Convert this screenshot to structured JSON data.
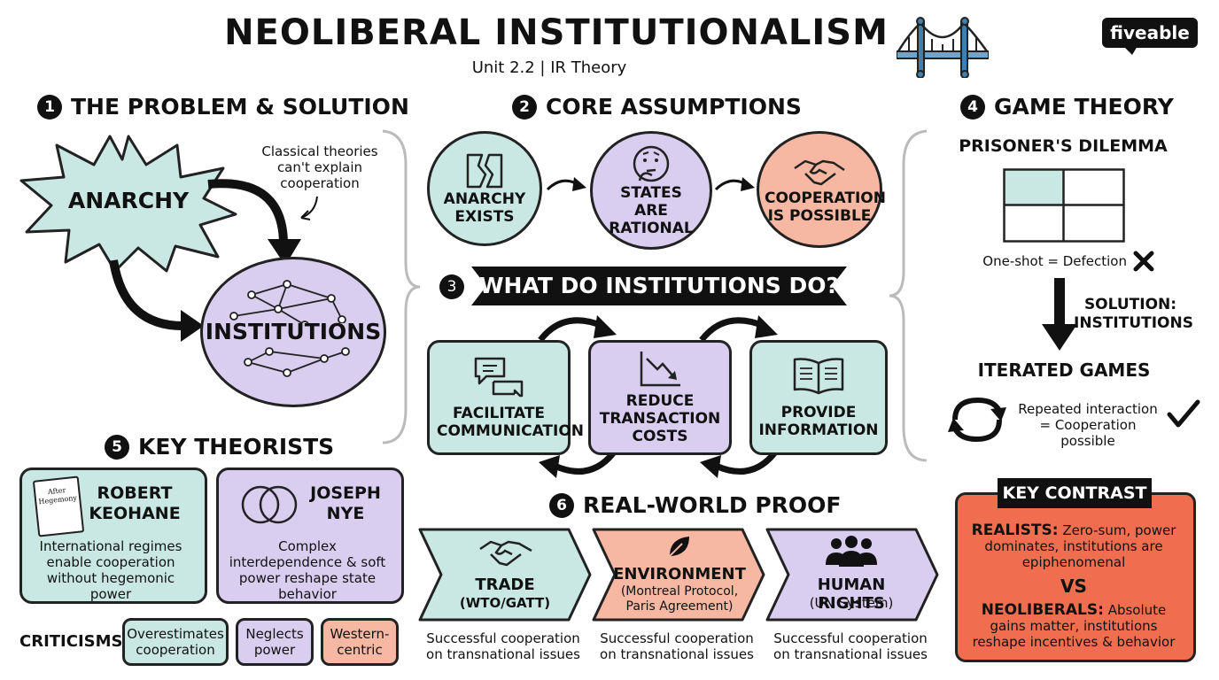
{
  "header": {
    "title": "NEOLIBERAL INSTITUTIONALISM",
    "subtitle": "Unit 2.2 | IR Theory",
    "logo_text": "fiveable",
    "bridge_icon": "bridge-icon"
  },
  "colors": {
    "teal": "#c9e8e4",
    "purple": "#d9cdf0",
    "salmon": "#f6b8a2",
    "contrast_red": "#ef6e4f",
    "ink": "#111111"
  },
  "section1": {
    "number": "1",
    "heading": "THE PROBLEM & SOLUTION",
    "anarchy": "ANARCHY",
    "institutions": "INSTITUTIONS",
    "note": "Classical theories can't explain cooperation"
  },
  "section2": {
    "number": "2",
    "heading": "CORE ASSUMPTIONS",
    "items": [
      {
        "label": "ANARCHY EXISTS",
        "icon": "broken-wall-icon"
      },
      {
        "label": "STATES ARE RATIONAL",
        "icon": "thinking-face-icon"
      },
      {
        "label": "COOPERATION IS POSSIBLE",
        "icon": "handshake-icon"
      }
    ]
  },
  "section3": {
    "number": "3",
    "heading": "WHAT DO INSTITUTIONS DO?",
    "items": [
      {
        "label": "FACILITATE COMMUNICATION",
        "icon": "speech-bubbles-icon"
      },
      {
        "label": "REDUCE TRANSACTION COSTS",
        "icon": "declining-chart-icon"
      },
      {
        "label": "PROVIDE INFORMATION",
        "icon": "open-book-icon"
      }
    ]
  },
  "section4": {
    "number": "4",
    "heading": "GAME THEORY",
    "pd_title": "PRISONER'S DILEMMA",
    "one_shot": "One-shot = Defection",
    "solution": "SOLUTION: INSTITUTIONS",
    "iterated": "ITERATED GAMES",
    "repeated": "Repeated interaction = Cooperation possible"
  },
  "key_contrast": {
    "title": "KEY CONTRAST",
    "realists_label": "REALISTS:",
    "realists_text": "Zero-sum, power dominates, institutions are epiphenomenal",
    "vs": "VS",
    "neoliberals_label": "NEOLIBERALS:",
    "neoliberals_text": "Absolute gains matter, institutions reshape incentives & behavior"
  },
  "section5": {
    "number": "5",
    "heading": "KEY THEORISTS",
    "theorists": [
      {
        "name": "ROBERT KEOHANE",
        "desc": "International regimes enable cooperation without hegemonic power",
        "book": "After Hegemony"
      },
      {
        "name": "JOSEPH NYE",
        "desc": "Complex interdependence & soft power reshape state behavior"
      }
    ],
    "criticisms_label": "CRITICISMS:",
    "criticisms": [
      "Overestimates cooperation",
      "Neglects power",
      "Western-centric"
    ]
  },
  "section6": {
    "number": "6",
    "heading": "REAL-WORLD PROOF",
    "items": [
      {
        "title": "TRADE",
        "sub": "(WTO/GATT)",
        "caption": "Successful cooperation on transnational issues",
        "icon": "handshake-icon"
      },
      {
        "title": "ENVIRONMENT",
        "sub": "(Montreal Protocol, Paris Agreement)",
        "caption": "Successful cooperation on transnational issues",
        "icon": "leaf-icon"
      },
      {
        "title": "HUMAN RIGHTS",
        "sub": "(UN System)",
        "caption": "Successful cooperation on transnational issues",
        "icon": "people-icon"
      }
    ]
  }
}
